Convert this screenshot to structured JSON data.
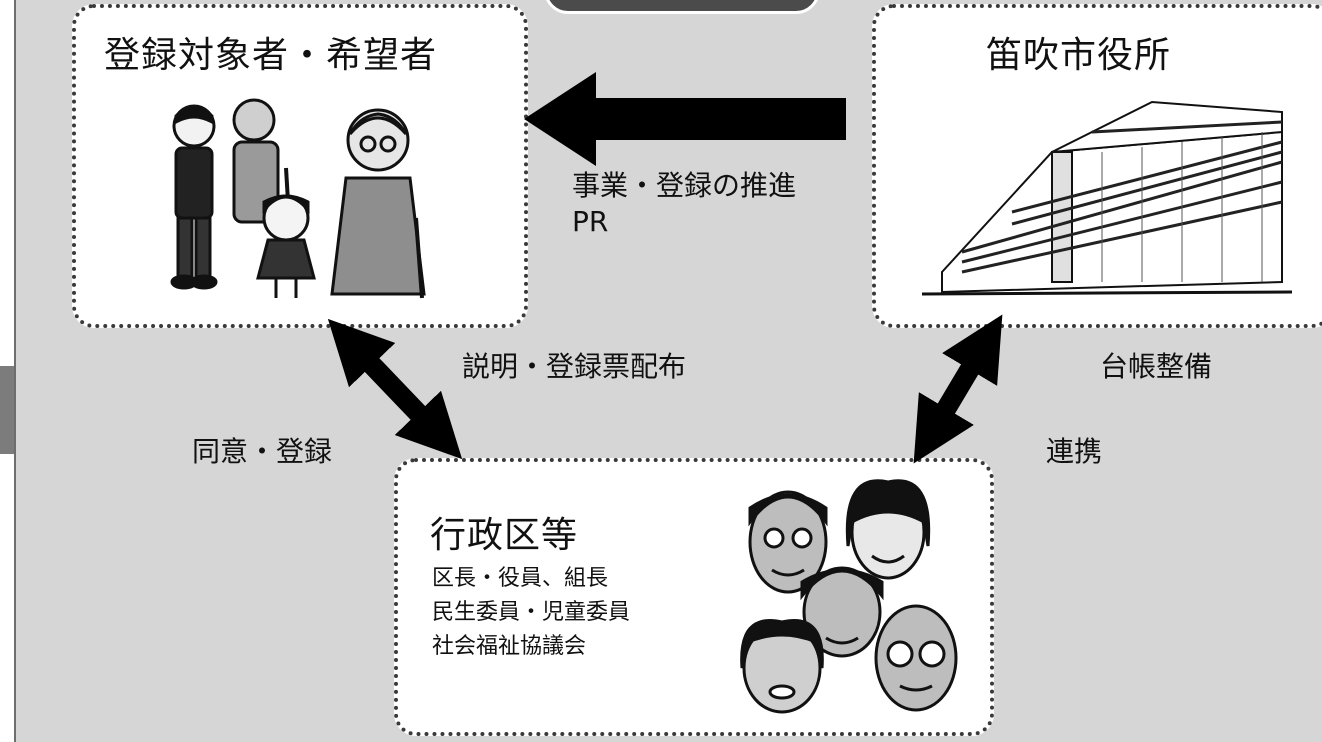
{
  "header": {
    "title": ""
  },
  "boxes": {
    "registrants": {
      "title": "登録対象者・希望者"
    },
    "city_hall": {
      "title": "笛吹市役所"
    },
    "admin_district": {
      "title": "行政区等",
      "members": [
        "区長・役員、組長",
        "民生委員・児童委員",
        "社会福祉協議会"
      ]
    }
  },
  "labels": {
    "promotion_line1": "事業・登録の推進",
    "promotion_line2": "PR",
    "explanation": "説明・登録票配布",
    "agreement": "同意・登録",
    "ledger": "台帳整備",
    "cooperation": "連携"
  },
  "colors": {
    "background": "#d6d6d6",
    "box_fill": "#ffffff",
    "arrow": "#000000",
    "header_fill": "#4b4b4b",
    "side_tab": "#7c7c7c"
  },
  "illustrations": [
    "people-family-icon",
    "city-hall-building-icon",
    "community-faces-icon"
  ]
}
